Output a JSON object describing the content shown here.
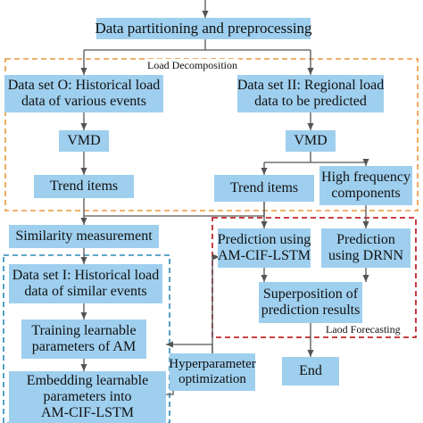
{
  "colors": {
    "box_fill": "#9fcfee",
    "arrow": "#555555",
    "load_decomposition_border": "#e8973a",
    "load_forecasting_border": "#c0272d",
    "similar_events_border": "#2a8ab8"
  },
  "regions": {
    "load_decomposition": "Load Decomposition",
    "load_forecasting": "Laod Forecasting"
  },
  "boxes": {
    "partitioning": "Data partitioning and preprocessing",
    "dataset_o": [
      "Data set O: Historical load",
      "data of various events"
    ],
    "dataset_ii": [
      "Data set II: Regional load",
      "data to be predicted"
    ],
    "vmd_left": "VMD",
    "vmd_right": "VMD",
    "trend_left": "Trend items",
    "trend_right": "Trend items",
    "high_freq": [
      "High frequency",
      "components"
    ],
    "similarity": "Similarity measurement",
    "pred_amcif": [
      "Prediction using",
      "AM-CIF-LSTM"
    ],
    "pred_drnn": [
      "Prediction",
      "using DRNN"
    ],
    "dataset_i": [
      "Data set I: Historical load",
      "data of similar events"
    ],
    "training": [
      "Training learnable",
      "parameters of AM"
    ],
    "superposition": [
      "Superposition of",
      "prediction results"
    ],
    "hyperparam": [
      "Hyperparameter",
      "optimization"
    ],
    "end": "End",
    "embedding": [
      "Embedding learnable",
      "parameters into",
      "AM-CIF-LSTM"
    ]
  }
}
